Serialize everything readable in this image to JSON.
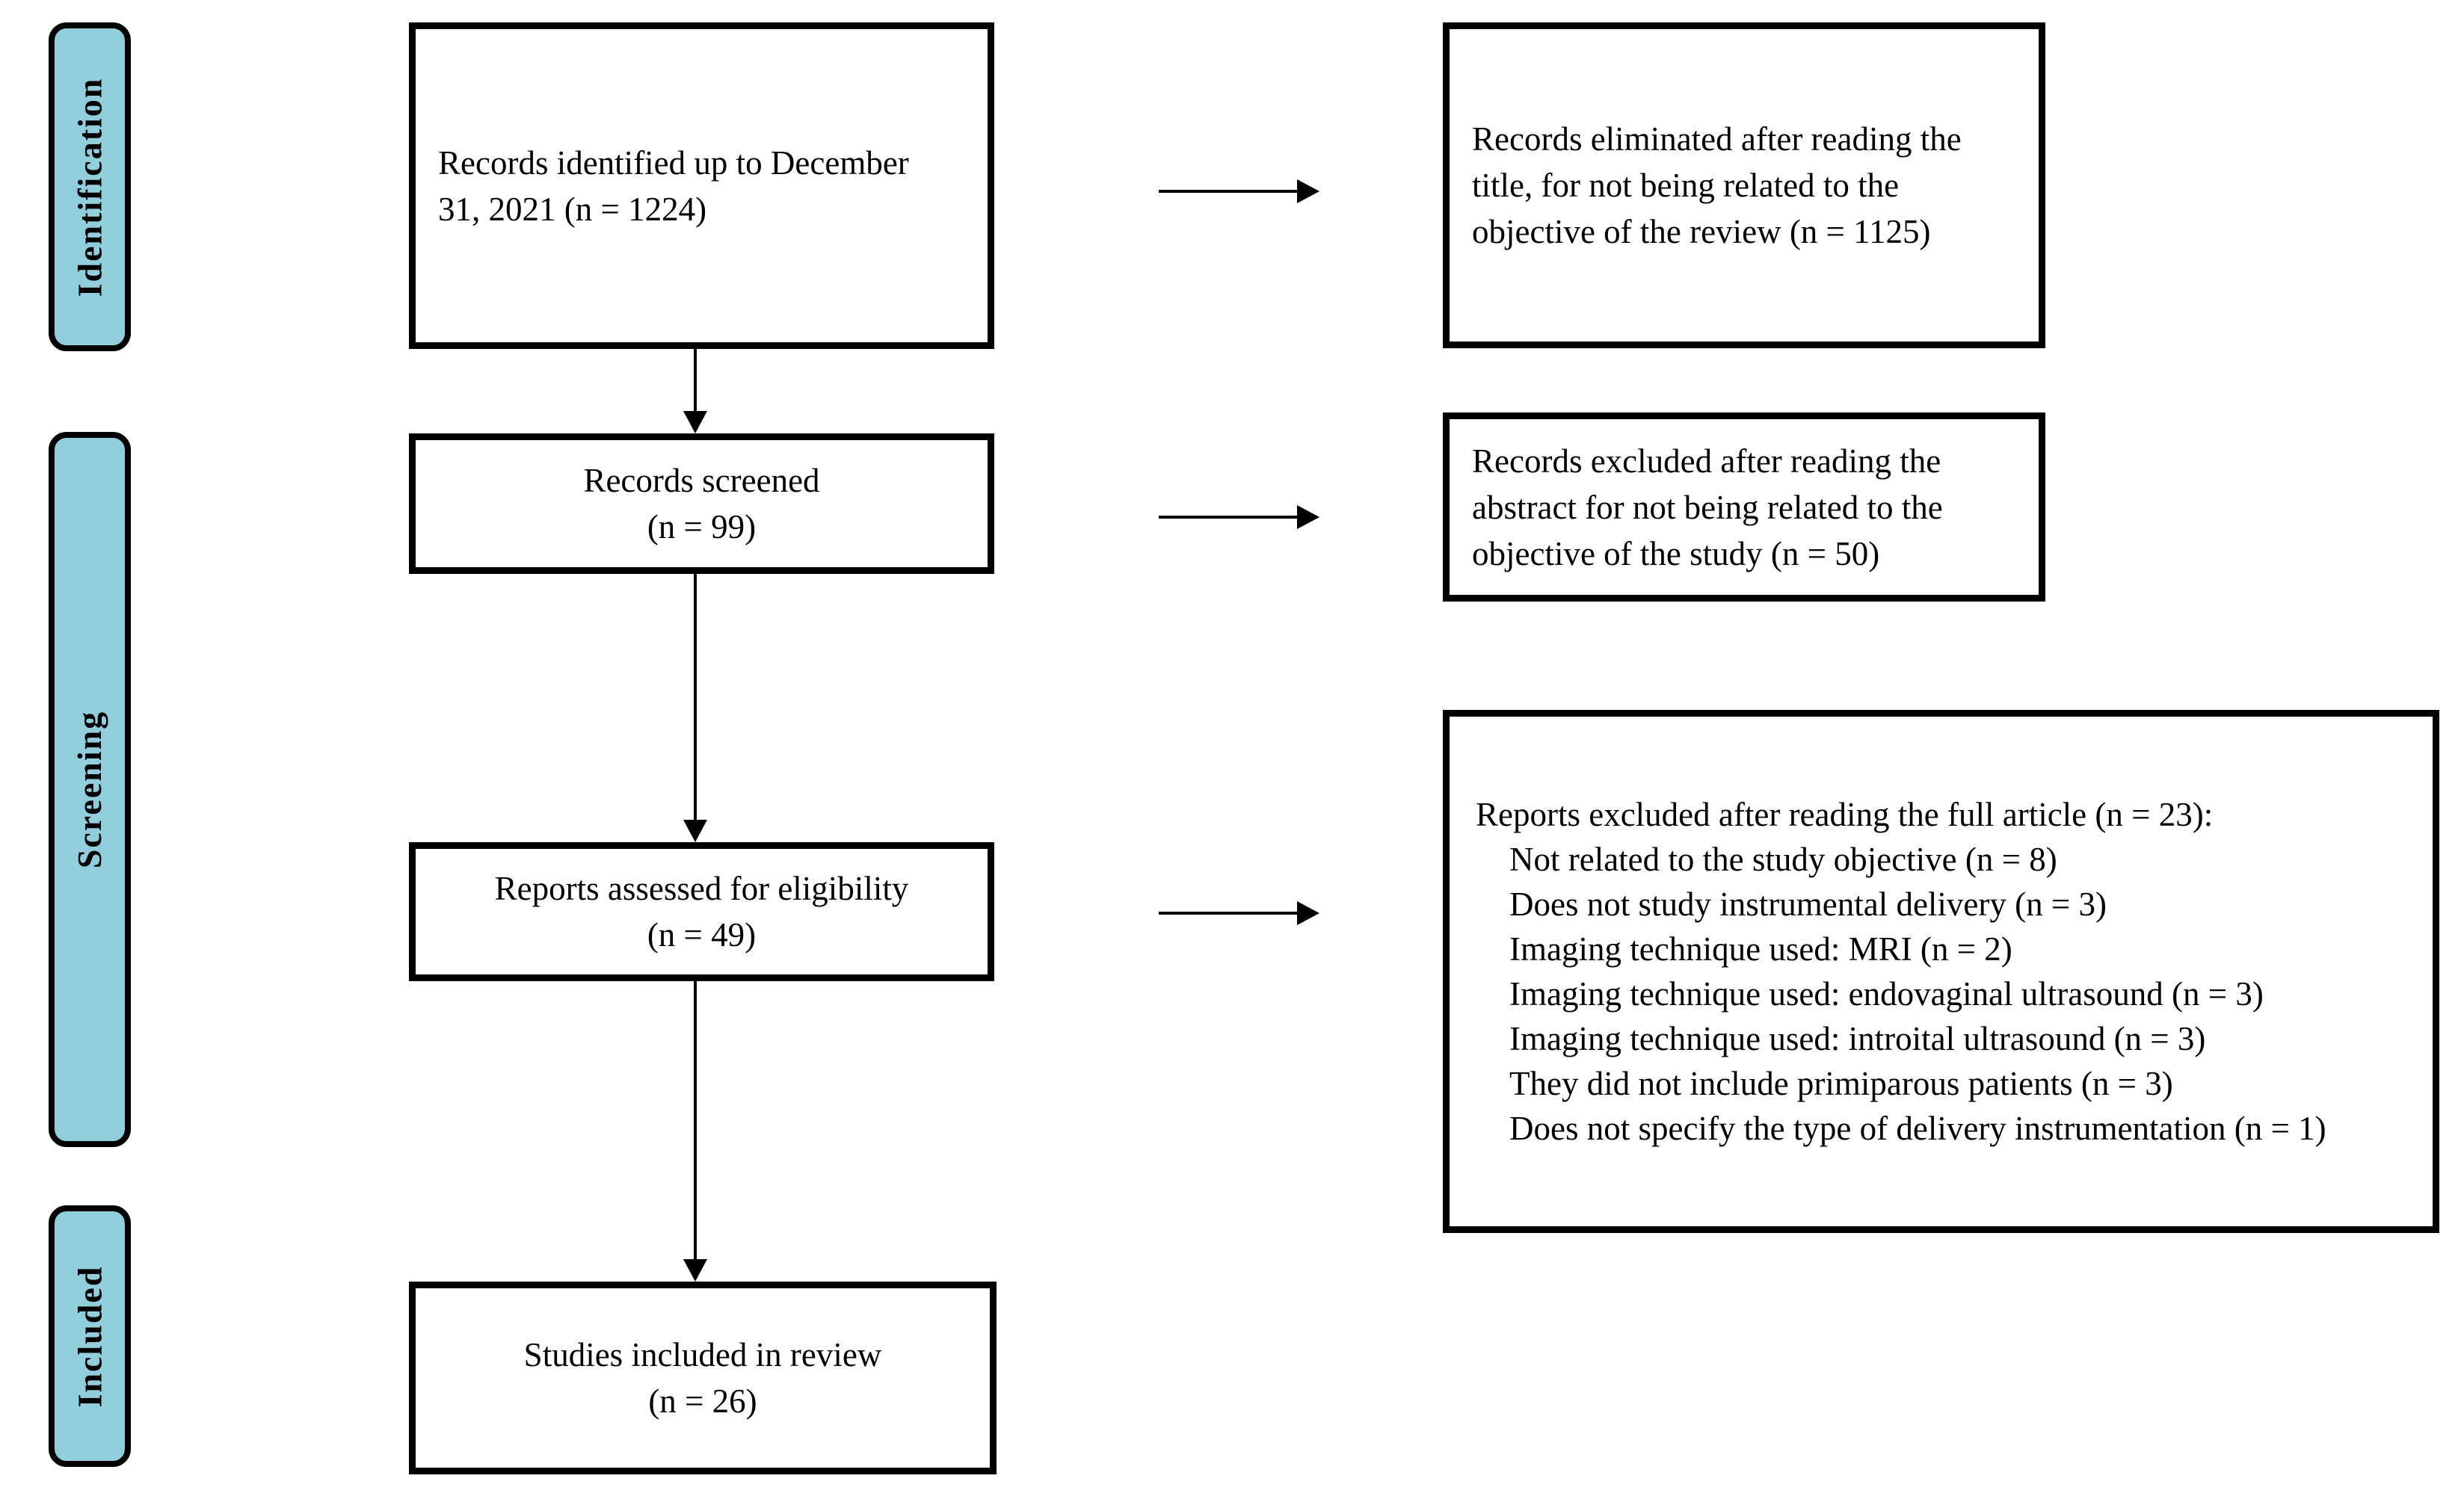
{
  "palette": {
    "stage_fill": "#92CDDC",
    "line_color": "#000000",
    "box_fill": "#FFFFFF"
  },
  "stage_labels": [
    {
      "label": "Identification"
    },
    {
      "label": "Screening"
    },
    {
      "label": "Included"
    }
  ],
  "flow": [
    {
      "text": "Records identified up to December\n31, 2021 (n = 1224)"
    },
    {
      "text": "Records screened\n(n = 99)"
    },
    {
      "text": "Reports assessed for eligibility\n(n = 49)"
    },
    {
      "text": "Studies included in review\n(n = 26)"
    }
  ],
  "exclusions": [
    {
      "text": "Records eliminated after reading the\ntitle, for not being related to the\nobjective of the review (n = 1125)"
    },
    {
      "text": "Records excluded after reading the\nabstract for not being related to the\nobjective of the study (n = 50)"
    },
    {
      "heading": "Reports excluded after reading the full article (n = 23):",
      "reasons": [
        "Not related to the study objective (n = 8)",
        "Does not study instrumental delivery (n = 3)",
        "Imaging technique used: MRI (n = 2)",
        "Imaging technique used: endovaginal ultrasound (n = 3)",
        "Imaging technique used: introital ultrasound (n = 3)",
        "They did not include primiparous patients (n = 3)",
        "Does not specify the type of delivery instrumentation (n = 1)"
      ]
    }
  ]
}
